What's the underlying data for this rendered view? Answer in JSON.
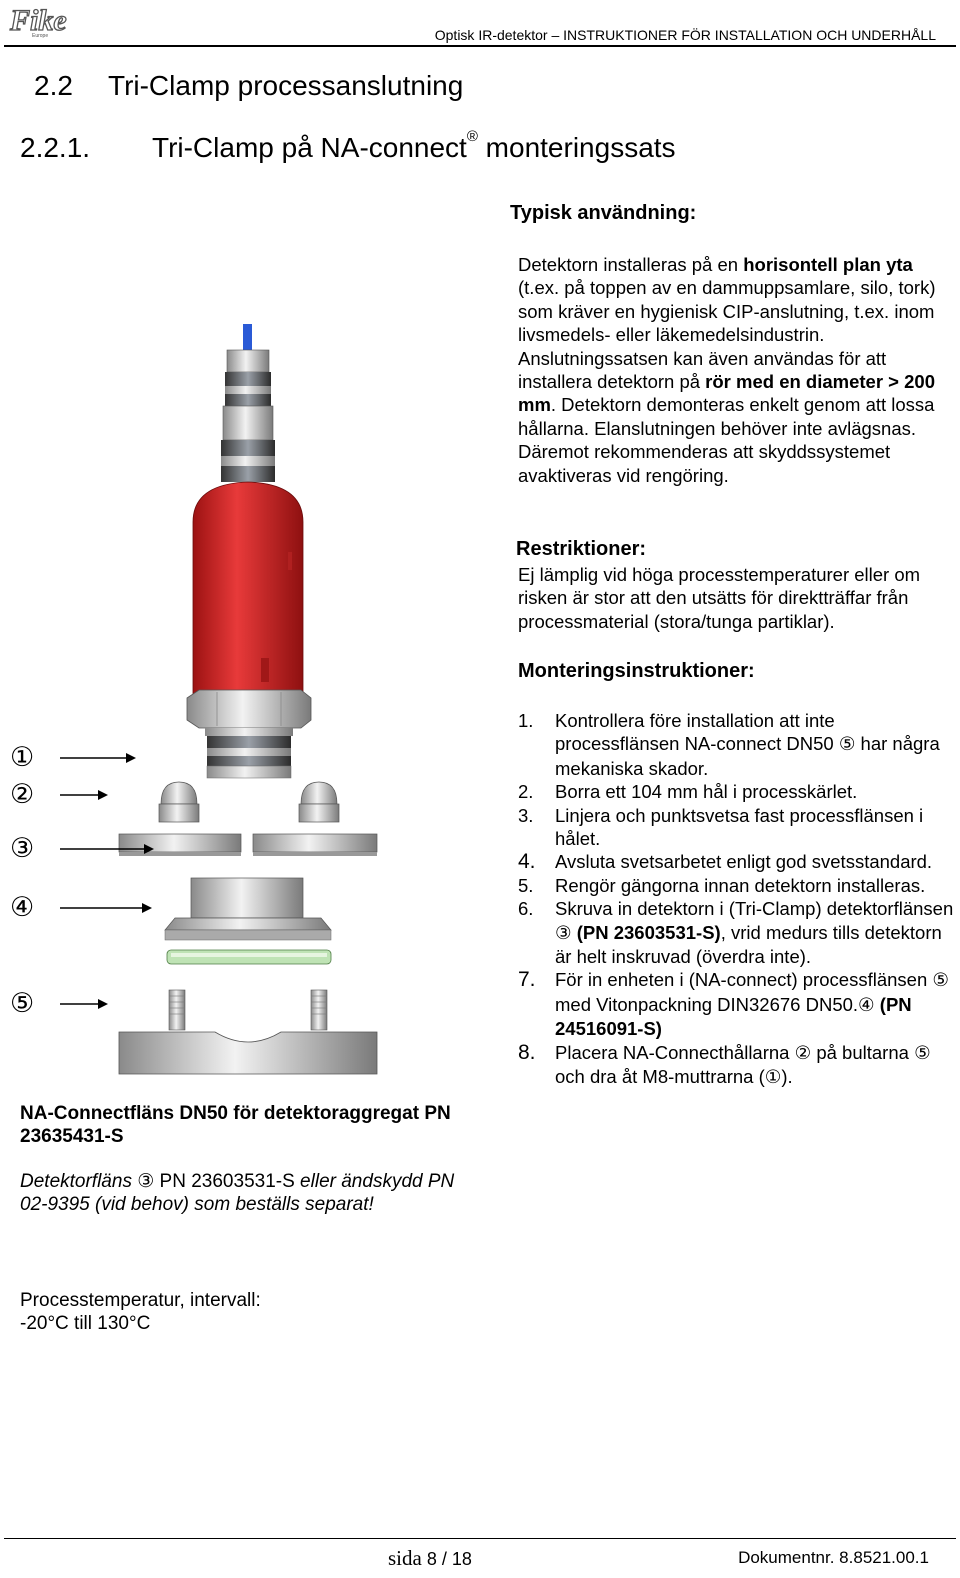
{
  "header": {
    "logo": "Fike Europe",
    "doc_title": "Optisk IR-detektor – INSTRUKTIONER FÖR INSTALLATION OCH UNDERHÅLL"
  },
  "section": {
    "number": "2.2",
    "title": "Tri-Clamp processanslutning"
  },
  "subsection": {
    "number": "2.2.1.",
    "title_a": "Tri-Clamp på NA-connect",
    "reg": "®",
    "title_b": " monteringssats"
  },
  "typical": {
    "heading": "Typisk användning:",
    "t1": "Detektorn installeras på en ",
    "b1": "horisontell plan yta",
    "t2": " (t.ex. på toppen av en dammuppsamlare, silo, tork) som kräver en hygienisk CIP-anslutning, t.ex. inom livsmedels- eller läkemedelsindustrin. Anslutningssatsen kan även användas för att installera detektorn på ",
    "b2": "rör med en diameter > 200 mm",
    "t3": ". Detektorn demonteras enkelt genom att lossa hållarna. Elanslutningen behöver inte avlägsnas. Däremot rekommenderas att skyddssystemet avaktiveras vid rengöring."
  },
  "restrictions": {
    "heading": "Restriktioner:",
    "text": "Ej lämplig vid höga processtemperaturer eller om risken är stor att den utsätts för direktträffar från processmaterial (stora/tunga partiklar)."
  },
  "mounting": {
    "heading": "Monteringsinstruktioner:",
    "s1": {
      "n": "1.",
      "a": "Kontrollera före installation att inte processflänsen NA-connect DN50 ",
      "c": "⑤",
      "b": " har några mekaniska skador."
    },
    "s2": {
      "n": "2.",
      "a": "Borra ett 104 mm hål i processkärlet."
    },
    "s3": {
      "n": "3.",
      "a": "Linjera och punktsvetsa fast processflänsen i hålet."
    },
    "s4": {
      "n": "4.",
      "a": "Avsluta svetsarbetet enligt god svetsstandard."
    },
    "s5": {
      "n": "5.",
      "a": "Rengör gängorna innan detektorn installeras."
    },
    "s6": {
      "n": "6.",
      "a": "Skruva in detektorn i (Tri-Clamp) detektorflänsen ",
      "c": "③",
      "bold": " (PN 23603531-S)",
      "b": ", vrid medurs tills detektorn är helt inskruvad (överdra inte)."
    },
    "s7": {
      "n": "7.",
      "a": "För in enheten i (NA-connect) processflänsen ",
      "c": "⑤",
      "b": " med Vitonpackning DIN32676 DN50.",
      "c2": "④",
      "bold": " (PN 24516091-S)"
    },
    "s8": {
      "n": "8.",
      "a": "Placera NA-Connecthållarna ",
      "c": "②",
      "b": " på bultarna ",
      "c2": "⑤",
      "d": " och dra åt M8-muttrarna (",
      "c3": "①",
      "e": ")."
    }
  },
  "figure": {
    "callouts": [
      "①",
      "②",
      "③",
      "④",
      "⑤"
    ]
  },
  "caption": {
    "bold": "NA-Connectfläns DN50 för detektoraggregat PN 23635431-S",
    "italic_a": "Detektorfläns ",
    "circ": "③",
    "normal": " PN 23603531-S",
    "italic_b": " eller ändskydd PN 02-9395 (vid behov) som beställs separat!"
  },
  "temperature": {
    "label": "Processtemperatur, intervall:",
    "range": "-20°C till 130°C"
  },
  "footer": {
    "sida": "sida",
    "page": "8",
    "sep": " / ",
    "total": "18",
    "docnr": "Dokumentnr. 8.8521.00.1"
  },
  "colors": {
    "detector_red": "#d42a2a",
    "gasket_green": "#bfe3b5",
    "metal_grey": "#c4c4c4"
  }
}
